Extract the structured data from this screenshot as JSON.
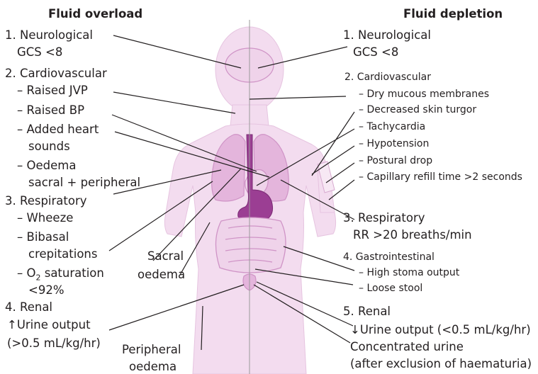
{
  "left": {
    "heading": "Fluid overload",
    "neuro_title": "1. Neurological",
    "neuro_item": "GCS <8",
    "cardio_title": "2. Cardiovascular",
    "cardio_items": [
      "– Raised JVP",
      "– Raised BP",
      "– Added heart",
      "sounds",
      "– Oedema",
      "sacral + peripheral"
    ],
    "resp_title": "3. Respiratory",
    "resp_items": [
      "– Wheeze",
      "– Bibasal",
      "crepitations",
      "– O",
      "2",
      " saturation",
      "<92%"
    ],
    "renal_title": "4. Renal",
    "renal_items": [
      "↑Urine output",
      "(>0.5 mL/kg/hr)"
    ]
  },
  "right": {
    "heading": "Fluid depletion",
    "neuro_title": "1. Neurological",
    "neuro_item": "GCS <8",
    "cardio_title": "2. Cardiovascular",
    "cardio_items": [
      "– Dry mucous membranes",
      "– Decreased skin turgor",
      "– Tachycardia",
      "– Hypotension",
      "– Postural drop",
      "– Capillary refill time >2 seconds"
    ],
    "resp_title": "3. Respiratory",
    "resp_item": "RR >20 breaths/min",
    "gi_title": "4. Gastrointestinal",
    "gi_items": [
      "– High stoma output",
      "– Loose stool"
    ],
    "renal_title": "5. Renal",
    "renal_items": [
      "↓Urine output (<0.5 mL/kg/hr)",
      "Concentrated urine",
      "(after exclusion of haematuria)"
    ]
  },
  "body_labels": {
    "sacral": [
      "Sacral",
      "oedema"
    ],
    "peripheral": [
      "Peripheral",
      "oedema"
    ]
  },
  "colors": {
    "body_fill": "#f3dcef",
    "organ_fill": "#e4b5dc",
    "stomach_fill": "#9b3e93",
    "text": "#231f20",
    "line": "#231f20"
  }
}
